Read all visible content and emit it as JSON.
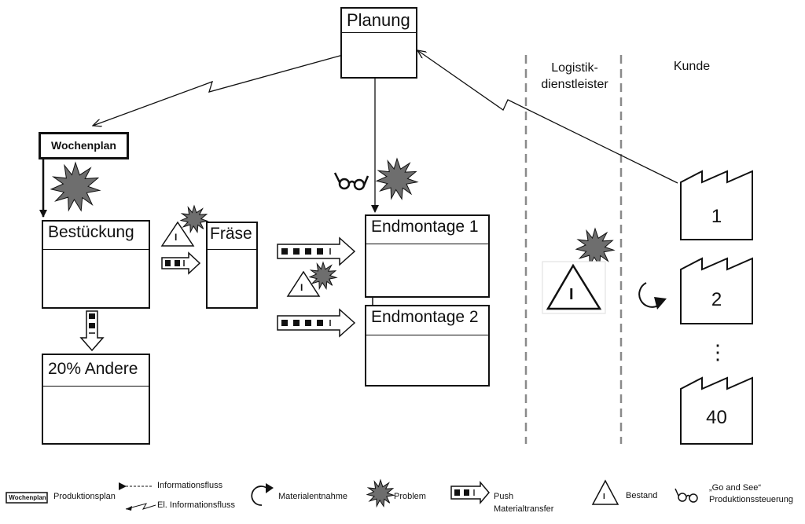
{
  "processes": {
    "planung": "Planung",
    "wochenplan": "Wochenplan",
    "bestueckung": "Bestückung",
    "fraese": "Fräse",
    "endmontage1": "Endmontage 1",
    "endmontage2": "Endmontage 2",
    "andere": "20% Andere"
  },
  "columns": {
    "logistik": "Logistik-\ndienstleister",
    "kunde": "Kunde"
  },
  "customers": [
    "1",
    "2",
    "40"
  ],
  "dots": "⋮",
  "inventory_mark": "I",
  "legend": {
    "wochenplan_box": "Wochenplan",
    "produktionsplan": "Produktionsplan",
    "informationsfluss": "Informationsfluss",
    "el_informationsfluss": "El. Informationsfluss",
    "materialentnahme": "Materialentnahme",
    "problem": "Problem",
    "push": "Push\nMaterialtransfer",
    "bestand": "Bestand",
    "go_and_see": "„Go and See“\nProduktionssteuerung"
  },
  "colors": {
    "problem_fill": "#6e6e6e",
    "line": "#111111",
    "divider": "#8a8a8a"
  }
}
